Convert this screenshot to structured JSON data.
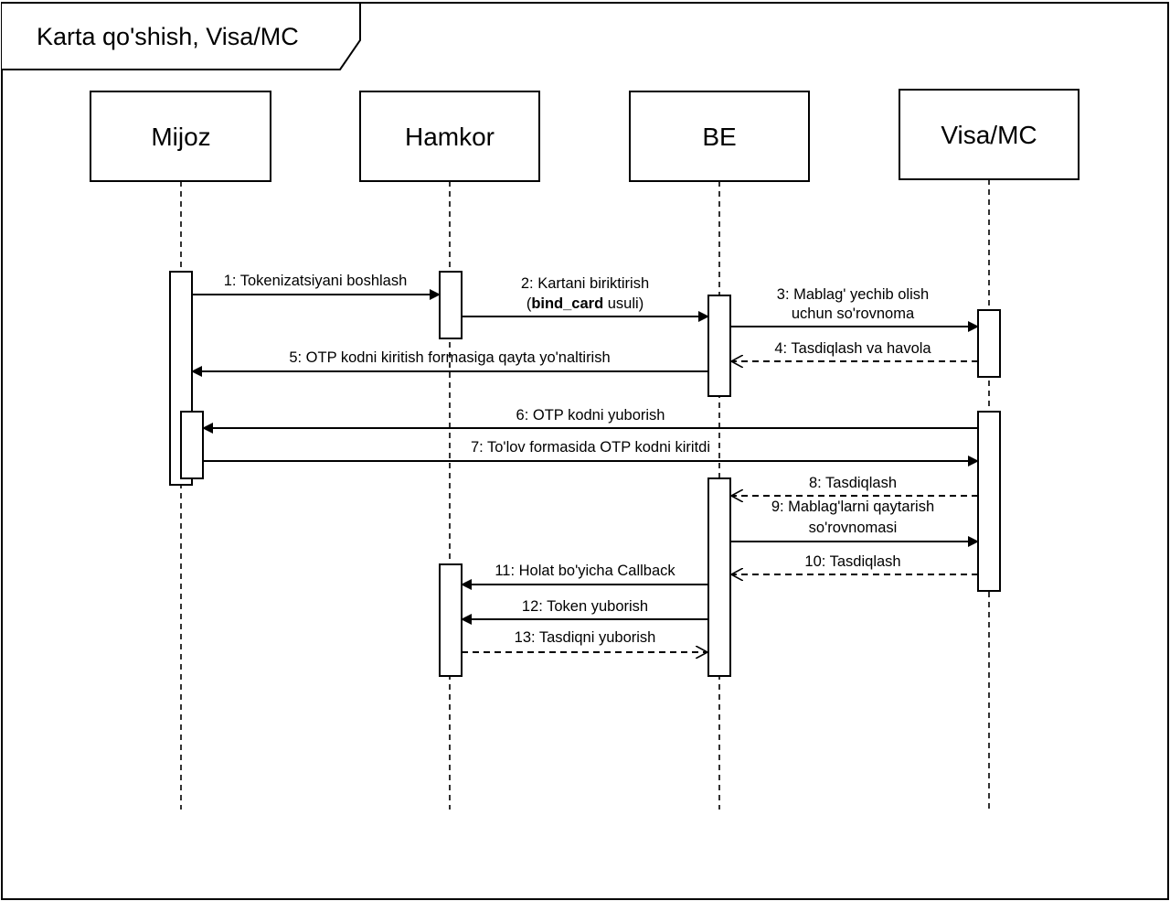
{
  "frame": {
    "title": "Karta qo'shish, Visa/MC"
  },
  "participants": [
    {
      "id": "mijoz",
      "label": "Mijoz"
    },
    {
      "id": "hamkor",
      "label": "Hamkor"
    },
    {
      "id": "be",
      "label": "BE"
    },
    {
      "id": "visa",
      "label": "Visa/MC"
    }
  ],
  "messages": [
    {
      "id": "m1",
      "lines": [
        "1: Tokenizatsiyani boshlash"
      ],
      "from": "mijoz",
      "to": "hamkor",
      "style": "solid"
    },
    {
      "id": "m2",
      "lines": [
        "2: Kartani biriktirish"
      ],
      "line2_prefix": "(",
      "line2_bold": "bind_card",
      "line2_suffix": " usuli)",
      "from": "hamkor",
      "to": "be",
      "style": "solid"
    },
    {
      "id": "m3",
      "lines": [
        "3: Mablag' yechib olish",
        "uchun so'rovnoma"
      ],
      "from": "be",
      "to": "visa",
      "style": "solid"
    },
    {
      "id": "m4",
      "lines": [
        "4: Tasdiqlash va havola"
      ],
      "from": "visa",
      "to": "be",
      "style": "dashed"
    },
    {
      "id": "m5",
      "lines": [
        "5: OTP kodni kiritish formasiga qayta yo'naltirish"
      ],
      "from": "be",
      "to": "mijoz",
      "style": "solid"
    },
    {
      "id": "m6",
      "lines": [
        "6: OTP kodni yuborish"
      ],
      "from": "visa",
      "to": "mijoz",
      "style": "solid"
    },
    {
      "id": "m7",
      "lines": [
        "7: To'lov formasida OTP kodni kiritdi"
      ],
      "from": "mijoz",
      "to": "visa",
      "style": "solid"
    },
    {
      "id": "m8",
      "lines": [
        "8: Tasdiqlash"
      ],
      "from": "visa",
      "to": "be",
      "style": "dashed"
    },
    {
      "id": "m9",
      "lines": [
        "9: Mablag'larni qaytarish",
        "so'rovnomasi"
      ],
      "from": "be",
      "to": "visa",
      "style": "solid"
    },
    {
      "id": "m10",
      "lines": [
        "10: Tasdiqlash"
      ],
      "from": "visa",
      "to": "be",
      "style": "dashed"
    },
    {
      "id": "m11",
      "lines": [
        "11: Holat bo'yicha Callback"
      ],
      "from": "be",
      "to": "hamkor",
      "style": "solid"
    },
    {
      "id": "m12",
      "lines": [
        "12: Token yuborish"
      ],
      "from": "be",
      "to": "hamkor",
      "style": "solid"
    },
    {
      "id": "m13",
      "lines": [
        "13: Tasdiqni yuborish"
      ],
      "from": "hamkor",
      "to": "be",
      "style": "dashed"
    }
  ]
}
